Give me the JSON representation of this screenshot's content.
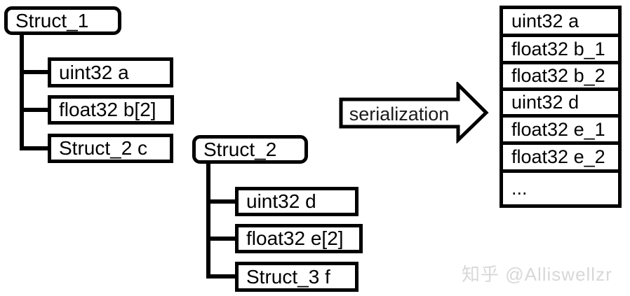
{
  "tree1": {
    "root": "Struct_1",
    "children": [
      "uint32 a",
      "float32 b[2]",
      "Struct_2 c"
    ]
  },
  "tree2": {
    "root": "Struct_2",
    "children": [
      "uint32 d",
      "float32 e[2]",
      "Struct_3 f"
    ]
  },
  "arrow": {
    "label": "serialization"
  },
  "memory": {
    "rows": [
      "uint32 a",
      "float32 b_1",
      "float32 b_2",
      "uint32 d",
      "float32 e_1",
      "float32 e_2",
      "..."
    ]
  },
  "watermark": {
    "text": "知乎 @Alliswellzr"
  },
  "colors": {
    "line": "#000000",
    "background": "#ffffff",
    "watermark": "#d8d8d8"
  }
}
